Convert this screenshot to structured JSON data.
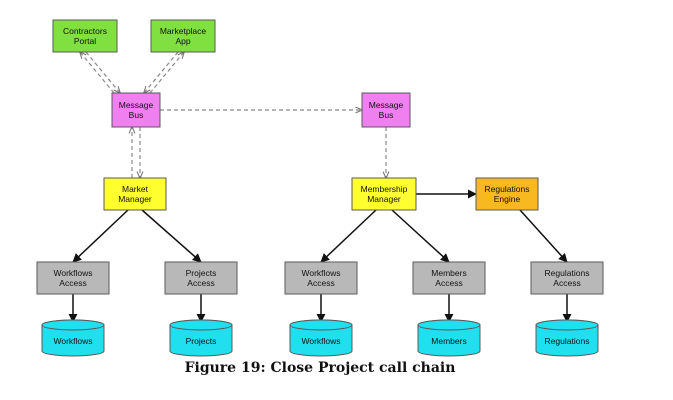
{
  "nodes": [
    {
      "id": "contractors_portal",
      "kind": "client",
      "lines": [
        "Contractors",
        "Portal"
      ]
    },
    {
      "id": "marketplace_app",
      "kind": "client",
      "lines": [
        "Marketplace",
        "App"
      ]
    },
    {
      "id": "message_bus_left",
      "kind": "bus",
      "lines": [
        "Message",
        "Bus"
      ]
    },
    {
      "id": "message_bus_right",
      "kind": "bus",
      "lines": [
        "Message",
        "Bus"
      ]
    },
    {
      "id": "market_manager",
      "kind": "manager",
      "lines": [
        "Market",
        "Manager"
      ]
    },
    {
      "id": "membership_manager",
      "kind": "manager",
      "lines": [
        "Membership",
        "Manager"
      ]
    },
    {
      "id": "regulations_engine",
      "kind": "engine",
      "lines": [
        "Regulations",
        "Engine"
      ]
    },
    {
      "id": "workflows_access_1",
      "kind": "access",
      "lines": [
        "Workflows",
        "Access"
      ]
    },
    {
      "id": "projects_access",
      "kind": "access",
      "lines": [
        "Projects",
        "Access"
      ]
    },
    {
      "id": "workflows_access_2",
      "kind": "access",
      "lines": [
        "Workflows",
        "Access"
      ]
    },
    {
      "id": "members_access",
      "kind": "access",
      "lines": [
        "Members",
        "Access"
      ]
    },
    {
      "id": "regulations_access",
      "kind": "access",
      "lines": [
        "Regulations",
        "Access"
      ]
    },
    {
      "id": "workflows_db_1",
      "kind": "resource",
      "lines": [
        "Workflows"
      ]
    },
    {
      "id": "projects_db",
      "kind": "resource",
      "lines": [
        "Projects"
      ]
    },
    {
      "id": "workflows_db_2",
      "kind": "resource",
      "lines": [
        "Workflows"
      ]
    },
    {
      "id": "members_db",
      "kind": "resource",
      "lines": [
        "Members"
      ]
    },
    {
      "id": "regulations_db",
      "kind": "resource",
      "lines": [
        "Regulations"
      ]
    }
  ],
  "edges": [
    {
      "from": "contractors_portal",
      "to": "message_bus_left",
      "style": "dashed"
    },
    {
      "from": "message_bus_left",
      "to": "contractors_portal",
      "style": "dashed"
    },
    {
      "from": "marketplace_app",
      "to": "message_bus_left",
      "style": "dashed"
    },
    {
      "from": "message_bus_left",
      "to": "marketplace_app",
      "style": "dashed"
    },
    {
      "from": "message_bus_left",
      "to": "message_bus_right",
      "style": "dashed"
    },
    {
      "from": "market_manager",
      "to": "message_bus_left",
      "style": "dashed"
    },
    {
      "from": "message_bus_left",
      "to": "market_manager",
      "style": "dashed"
    },
    {
      "from": "message_bus_right",
      "to": "membership_manager",
      "style": "dashed"
    },
    {
      "from": "membership_manager",
      "to": "regulations_engine",
      "style": "solid"
    },
    {
      "from": "market_manager",
      "to": "workflows_access_1",
      "style": "solid"
    },
    {
      "from": "market_manager",
      "to": "projects_access",
      "style": "solid"
    },
    {
      "from": "membership_manager",
      "to": "workflows_access_2",
      "style": "solid"
    },
    {
      "from": "membership_manager",
      "to": "members_access",
      "style": "solid"
    },
    {
      "from": "regulations_engine",
      "to": "regulations_access",
      "style": "solid"
    },
    {
      "from": "workflows_access_1",
      "to": "workflows_db_1",
      "style": "solid"
    },
    {
      "from": "projects_access",
      "to": "projects_db",
      "style": "solid"
    },
    {
      "from": "workflows_access_2",
      "to": "workflows_db_2",
      "style": "solid"
    },
    {
      "from": "members_access",
      "to": "members_db",
      "style": "solid"
    },
    {
      "from": "regulations_access",
      "to": "regulations_db",
      "style": "solid"
    }
  ],
  "colors": {
    "client": "#80e040",
    "bus": "#f080f0",
    "manager": "#ffff30",
    "engine": "#f8b820",
    "access": "#b8b8b8",
    "resource": "#20e0f0",
    "stroke": "#5a5a5a",
    "dashed_edge": "#888888",
    "solid_edge": "#111111"
  },
  "caption": "Figure 19: Close Project call chain"
}
